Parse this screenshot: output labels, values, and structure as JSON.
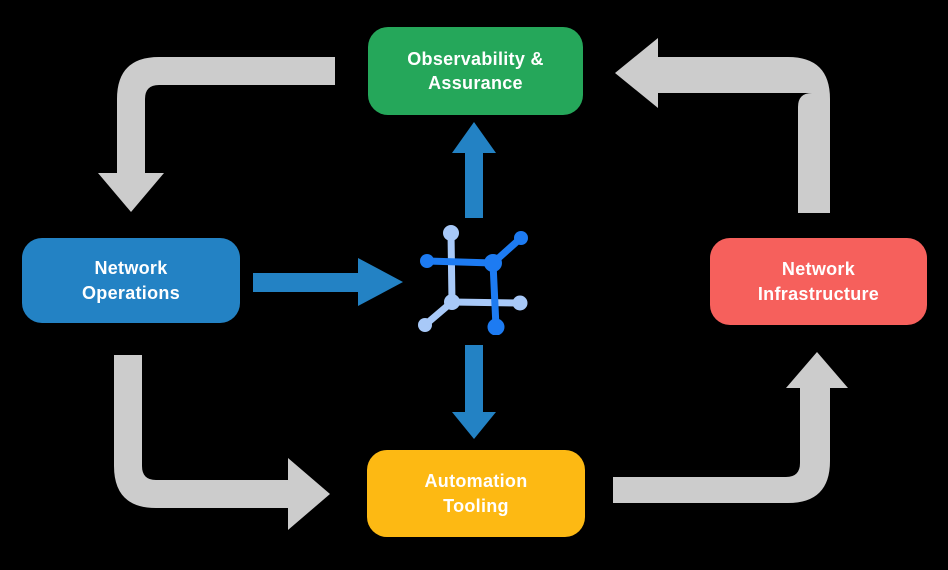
{
  "colors": {
    "background": "#000000",
    "green": "#25a75a",
    "blue": "#2382c4",
    "red": "#f6605c",
    "yellow": "#fdb913",
    "arrow_gray": "#cccccc",
    "icon_blue_dark": "#1d7bf2",
    "icon_blue_light": "#a8c9f8",
    "text": "#ffffff"
  },
  "nodes": {
    "observability": {
      "label": "Observability &\nAssurance"
    },
    "operations": {
      "label": "Network\nOperations"
    },
    "infrastructure": {
      "label": "Network\nInfrastructure"
    },
    "automation": {
      "label": "Automation\nTooling"
    }
  },
  "icons": {
    "center": "network-mesh-icon"
  },
  "connections": [
    {
      "from": "observability",
      "to": "operations",
      "style": "gray-elbow"
    },
    {
      "from": "infrastructure",
      "to": "observability",
      "style": "gray-elbow"
    },
    {
      "from": "operations",
      "to": "automation",
      "style": "gray-elbow"
    },
    {
      "from": "automation",
      "to": "infrastructure",
      "style": "gray-elbow"
    },
    {
      "from": "operations",
      "to": "center",
      "style": "blue-straight"
    },
    {
      "from": "center",
      "to": "observability",
      "style": "blue-straight"
    },
    {
      "from": "center",
      "to": "automation",
      "style": "blue-straight"
    }
  ]
}
